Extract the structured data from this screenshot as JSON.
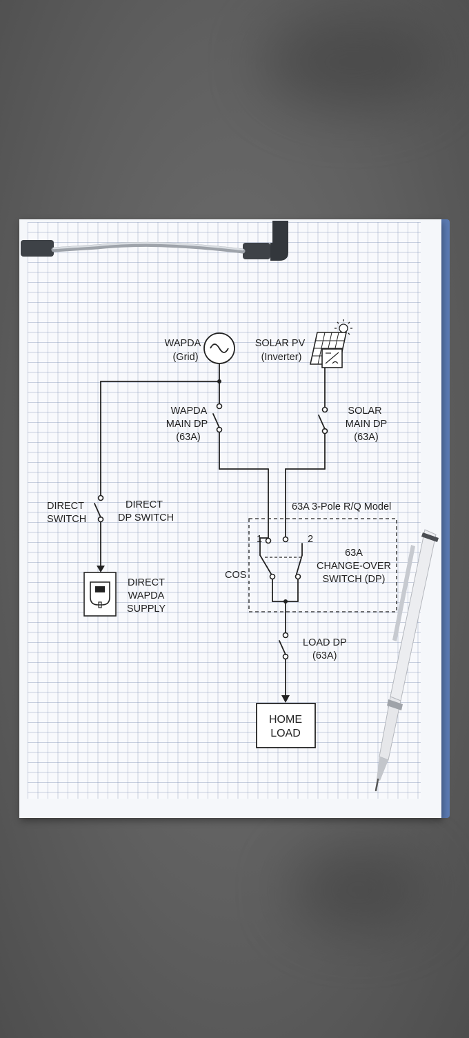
{
  "labels": {
    "wapda_line1": "WAPDA",
    "wapda_line2": "(Grid)",
    "solar_line1": "SOLAR PV",
    "solar_line2": "(Inverter)",
    "wapda_main_line1": "WAPDA",
    "wapda_main_line2": "MAIN DP",
    "wapda_main_line3": "(63A)",
    "solar_main_line1": "SOLAR",
    "solar_main_line2": "MAIN DP",
    "solar_main_line3": "(63A)",
    "direct_switch_line1": "DIRECT",
    "direct_switch_line2": "SWITCH",
    "direct_dp_line1": "DIRECT",
    "direct_dp_line2": "DP SWITCH",
    "cos_model": "63A 3-Pole R/Q Model",
    "pos1": "1",
    "pos2": "2",
    "cos": "COS",
    "changeover_line1": "63A",
    "changeover_line2": "CHANGE-OVER",
    "changeover_line3": "SWITCH (DP)",
    "direct_supply_line1": "DIRECT",
    "direct_supply_line2": "WAPDA",
    "direct_supply_line3": "SUPPLY",
    "load_dp_line1": "LOAD DP",
    "load_dp_line2": "(63A)",
    "home_line1": "HOME",
    "home_line2": "LOAD"
  },
  "colors": {
    "ink": "#222222",
    "clipboard_edge": "#5b7bb3",
    "clip_bar": "#b8bcc2"
  },
  "icons": [
    "ac-source-icon",
    "solar-panel-icon",
    "sun-icon",
    "socket-icon",
    "pen-icon",
    "clipboard-clip-icon"
  ]
}
